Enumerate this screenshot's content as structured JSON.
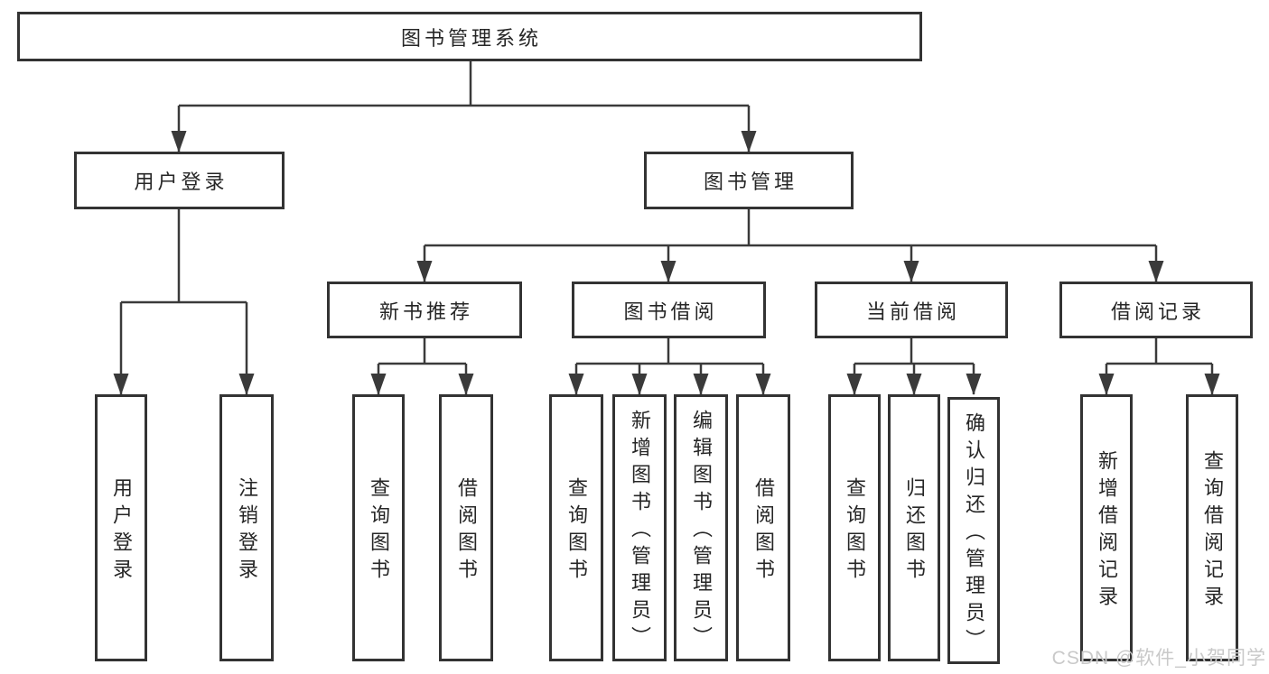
{
  "watermark": "CSDN @软件_小贺同学",
  "colors": {
    "line": "#3a3a3a",
    "box_border": "#333333",
    "text": "#262626",
    "background": "#ffffff",
    "watermark": "#c9c9c9"
  },
  "tree": {
    "root": "图书管理系统",
    "branches": [
      {
        "label": "用户登录",
        "children": [
          "用户登录",
          "注销登录"
        ]
      },
      {
        "label": "图书管理",
        "children": [
          {
            "label": "新书推荐",
            "children": [
              "查询图书",
              "借阅图书"
            ]
          },
          {
            "label": "图书借阅",
            "children": [
              "查询图书",
              "新增图书（管理员）",
              "编辑图书（管理员）",
              "借阅图书"
            ]
          },
          {
            "label": "当前借阅",
            "children": [
              "查询图书",
              "归还图书",
              "确认归还（管理员）"
            ]
          },
          {
            "label": "借阅记录",
            "children": [
              "新增借阅记录",
              "查询借阅记录"
            ]
          }
        ]
      }
    ]
  }
}
